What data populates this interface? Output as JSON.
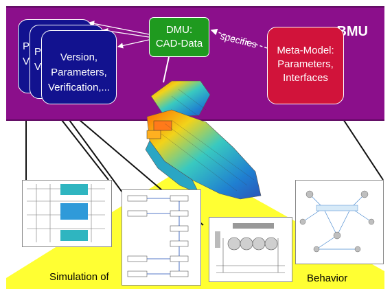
{
  "top_band": {
    "label": "BMU",
    "color": "#8b0f8b"
  },
  "cards": {
    "back_1": {
      "lines": [
        "P",
        "Ve"
      ]
    },
    "back_2": {
      "lines": [
        "P",
        "Ve"
      ]
    },
    "front": {
      "lines": [
        "Version,",
        "Parameters,",
        "Verification,..."
      ]
    },
    "color": "#12128f"
  },
  "dmu_box": {
    "lines": [
      "DMU:",
      "CAD-Data"
    ],
    "color": "#1f9a1f"
  },
  "meta_box": {
    "lines": [
      "Meta-Model:",
      "Parameters,",
      "Interfaces"
    ],
    "color": "#d1133a"
  },
  "arrow_label": "specifies",
  "bottom": {
    "left_label": "Simulation of",
    "right_label": "Behavior",
    "color": "#ffff33"
  },
  "icons": {
    "cad_model": "cad-model-render",
    "thumbnails": [
      "block-diagram-thumbnail",
      "flowchart-thumbnail",
      "hydraulic-schematic-thumbnail",
      "network-graph-thumbnail"
    ]
  }
}
